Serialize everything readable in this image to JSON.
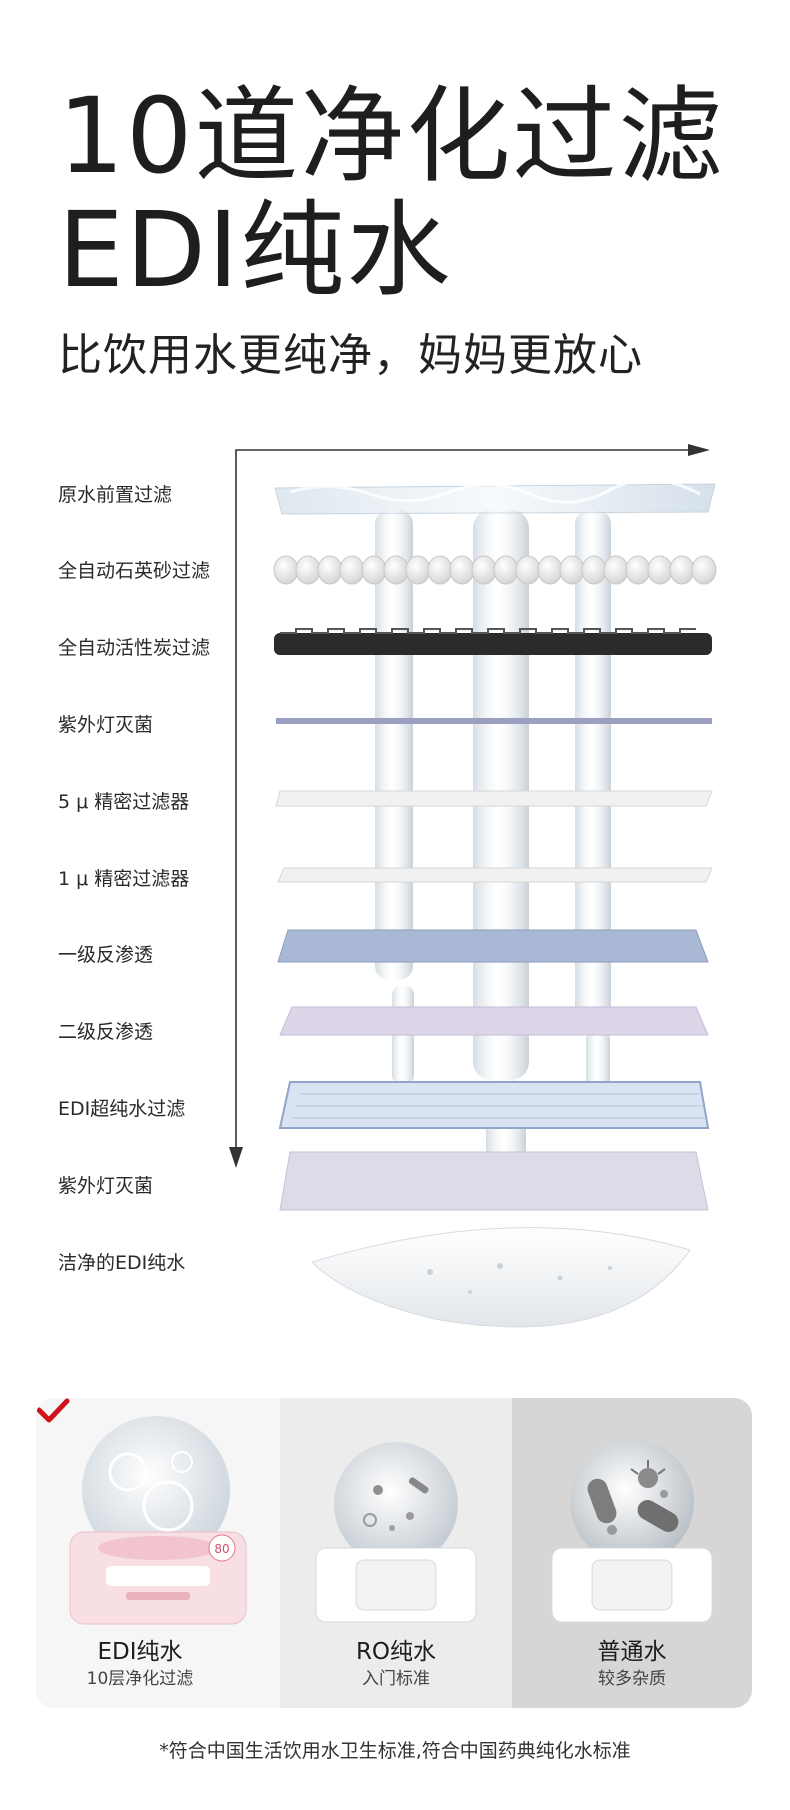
{
  "header": {
    "title_line1": "10道净化过滤",
    "title_line2": "EDI纯水",
    "subtitle": "比饮用水更纯净，妈妈更放心"
  },
  "stages": [
    "原水前置过滤",
    "全自动石英砂过滤",
    "全自动活性炭过滤",
    "紫外灯灭菌",
    "5 μ 精密过滤器",
    "1 μ 精密过滤器",
    "一级反渗透",
    "二级反渗透",
    "EDI超纯水过滤",
    "紫外灯灭菌",
    "洁净的EDI纯水"
  ],
  "comparison": {
    "edi": {
      "name": "EDI纯水",
      "desc": "10层净化过滤",
      "pack_badge": "80"
    },
    "ro": {
      "name": "RO纯水",
      "desc": "入门标准"
    },
    "normal": {
      "name": "普通水",
      "desc": "较多杂质"
    }
  },
  "footnote": "*符合中国生活饮用水卫生标准,符合中国药典纯化水标准",
  "colors": {
    "check": "#d0121b",
    "dark_layer": "#2b2b2b",
    "blue_layer": "#a9b8d4",
    "purple_layer": "#ddd6e8"
  }
}
